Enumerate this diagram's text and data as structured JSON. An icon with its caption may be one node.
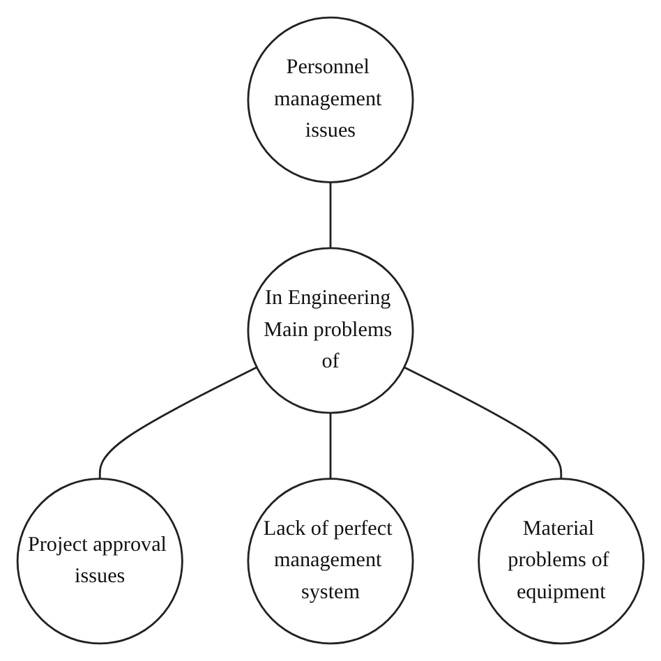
{
  "diagram": {
    "nodes": [
      {
        "text": [
          "Project approval issues"
        ]
      },
      {
        "text": [
          "Personnel management issues"
        ]
      },
      {
        "text": [
          "In Engineering Main problems of"
        ]
      },
      {
        "text": [
          "Lack of perfect management system"
        ]
      },
      {
        "text": [
          "Material problems of equipment"
        ]
      }
    ],
    "edges": [
      {
        "from": 2,
        "to": 0,
        "arrow": "none"
      },
      {
        "from": 1,
        "to": 2,
        "arrow": "none"
      },
      {
        "from": 2,
        "to": 3,
        "arrow": "none"
      },
      {
        "from": 2,
        "to": 4,
        "arrow": "none"
      }
    ]
  }
}
